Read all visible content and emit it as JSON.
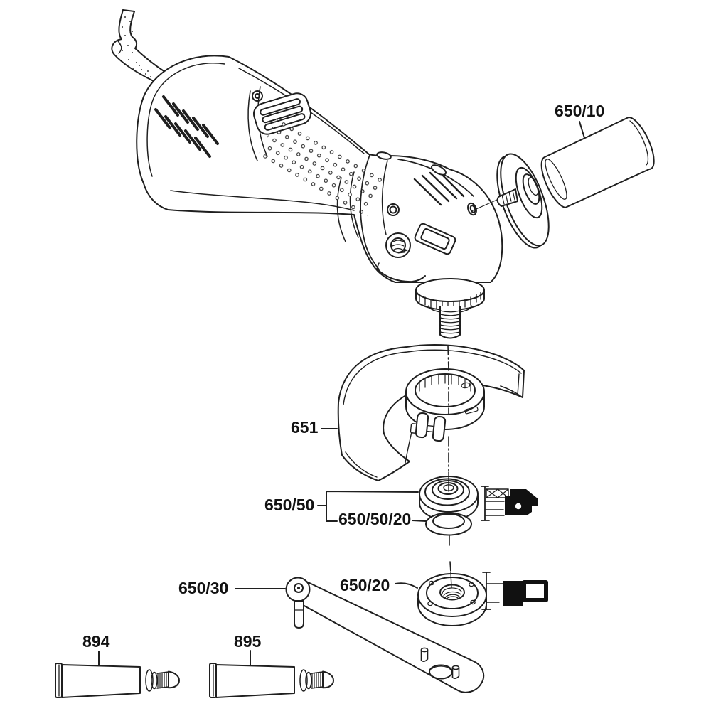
{
  "diagram": {
    "kind": "exploded-parts-diagram",
    "colors": {
      "background": "#ffffff",
      "line": "#1f1f1f",
      "pictogram_fill": "#111111"
    },
    "labels": {
      "side_handle": "650/10",
      "guard": "651",
      "backing_flange": "650/50",
      "o_ring": "650/50/20",
      "pin_wrench": "650/30",
      "clamping_nut": "650/20",
      "grease_tube_left": "894",
      "grease_tube_right": "895"
    }
  }
}
